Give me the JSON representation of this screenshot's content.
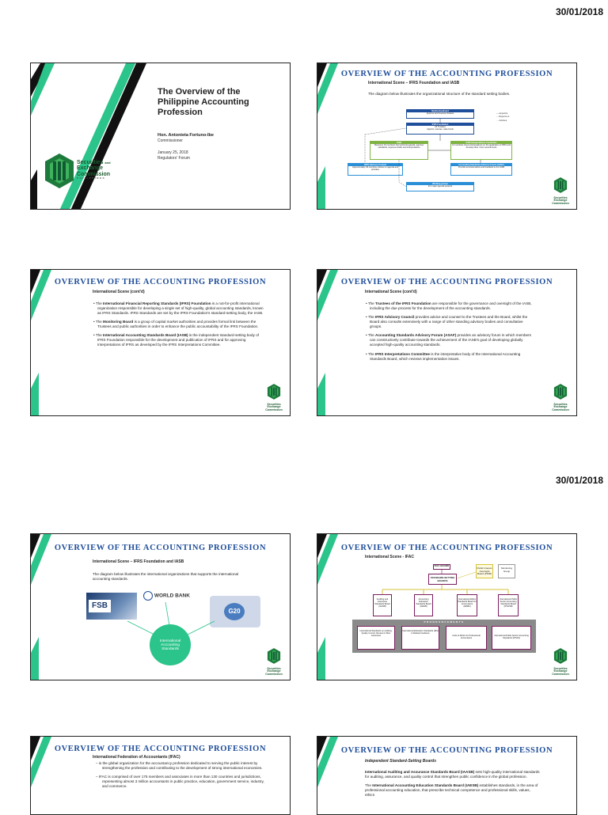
{
  "page_dates": [
    "30/01/2018",
    "30/01/2018"
  ],
  "logo": {
    "line1": "Securities",
    "line1b": "and",
    "line2": "Exchange",
    "line3": "Commission",
    "line4": "PHILIPPINES"
  },
  "slide1": {
    "title": "The Overview of the Philippine Accounting Profession",
    "presenter": "Hon. Antonieta Fortuno-Ibe",
    "role": "Commissioner",
    "date": "January 25, 2018",
    "event": "Regulators' Forum"
  },
  "heading": "OVERVIEW OF THE ACCOUNTING PROFESSION",
  "slide2": {
    "sub": "International Scene – IFRS Foundation and IASB",
    "intro": "The diagram below illustrates the organizational structure of the standard setting bodies.",
    "monitoring": "Monitoring Board",
    "monitoring_desc": "Approve and oversee trustees",
    "foundation": "IFRS Foundation",
    "foundation_desc1": "22 Trustees",
    "foundation_desc2": "Appoint, oversee, raise funds",
    "iasb": "IASB",
    "iasb_desc": "Maximum 16 members Set technical agenda, approve standards, exposure drafts and interpretations",
    "ifric": "IFRS Interpretations Committee",
    "ifric_desc": "14 members Issue interpretations on the application of IFRS and develop other minor amendments",
    "advisory": "IFRS Advisory Council",
    "advisory_desc": "Approximately 40 members Advise on agenda and priorities",
    "asaf": "Accounting Standards Advisory Forum (ASAF)",
    "asaf_desc": "Provide technical advice and feedback to the IASB",
    "working": "Working groups",
    "working_desc": "For major agenda projects",
    "legend": [
      "Appoints",
      "Reports to",
      "Advises"
    ]
  },
  "slide3": {
    "sub": "International Scene (cont'd)",
    "b1_bold": "International Financial Reporting Standards (IFRS) Foundation",
    "b1_a": "The ",
    "b1_b": " is a not-for-profit international organization responsible for developing a single set of high-quality, global accounting standards, known as IFRS Standards. IFRS Standards are set by the IFRS Foundation's standard-setting body, the IASB.",
    "b2_a": "The ",
    "b2_bold": "Monitoring Board",
    "b2_b": " is a group of capital market authorities and provides formal link between the Trustees and public authorities in order to enhance the public accountability of the IFRS Foundation.",
    "b3_a": "The ",
    "b3_bold": "International Accounting Standards Board (IASB)",
    "b3_b": " is the independent standard-setting body of IFRS Foundation responsible for the development and publication of IFRS and for approving Interpretations of IFRS as developed by the IFRS Interpretations Committee."
  },
  "slide4": {
    "sub": "International Scene (cont'd)",
    "b1_a": "The ",
    "b1_bold": "Trustees of the IFRS Foundation",
    "b1_b": " are responsible for the governance and oversight of the IASB, including the due process for the development of the accounting standards.",
    "b2_a": "The ",
    "b2_bold": "IFRS Advisory Council",
    "b2_b": " provides advice and counsel to the Trustees and the Board, whilst the Board also consults extensively with a range of other standing advisory bodies and consultative groups.",
    "b3_a": "The ",
    "b3_bold": "Accounting Standards Advisory Forum (ASAF)",
    "b3_b": " provides an advisory forum in which members can constructively contribute towards the achievement of the IASB's goal of developing globally accepted high-quality accounting standards.",
    "b4_a": "The ",
    "b4_bold": "IFRS Interpretations Committee",
    "b4_b": " is the interpretative body of the International Accounting Standards Board, which reviews implementation issues."
  },
  "slide5": {
    "sub": "International Scene – IFRS Foundation and IASB",
    "intro": "The diagram below illustrates the international organizations that supports the international accounting standards.",
    "fsb": "FSB",
    "worldbank": "WORLD BANK",
    "g20": "G20",
    "center": "International Accounting Standards"
  },
  "slide6": {
    "sub": "International Scene - IFAC",
    "board": "IFAC BOARD",
    "ssb": "STANDARD-SETTING BOARDS",
    "pioc": "Public Interest Oversight Board (PIOB)",
    "mg": "Monitoring Group",
    "boards": [
      "Auditing and Assurance Standards Board (IAASB)",
      "Accounting Education Standards Board (IAESB)",
      "International Ethics Standards Board for Accountants (IESBA)",
      "International Public Sector Accounting Standards Board (IPSASB)"
    ],
    "pronouncements": "PRONOUNCEMENTS",
    "outputs": [
      "International Standards on Auditing, Quality Control, Review & Other Assurance",
      "International Education Standards (IES) & Related Guidance",
      "Code of Ethics for Professional Accountants",
      "International Public Sector Accounting Standards (IPSAS)"
    ]
  },
  "slide7": {
    "sub": "International Federation of Accountants (IFAC)",
    "d1": "is the global organization for the accountancy profession dedicated to serving the public interest by strengthening the profession and contributing to the development of strong international economies.",
    "d2": "IFAC is comprised of over 175 members and associates in more than 130 countries and jurisdictions, representing almost 3 million accountants in public practice, education, government service, industry, and commerce."
  },
  "slide8": {
    "sub": "Independent Standard-Setting Boards",
    "p1_bold": "International Auditing and Assurance Standards Board (IAASB)",
    "p1_b": " sets high-quality international standards for auditing, assurance, and quality control that strengthen public confidence in the global profession.",
    "p2_a": "The ",
    "p2_bold": "International Accounting Education Standards Board (IAESB)",
    "p2_b": " establishes standards, in the area of professional accounting education, that prescribe technical competence and professional skills, values, ethics"
  },
  "colors": {
    "heading": "#1f4e9a",
    "green_dark": "#0f5a32",
    "green_light": "#2bc48a",
    "black": "#111111"
  }
}
